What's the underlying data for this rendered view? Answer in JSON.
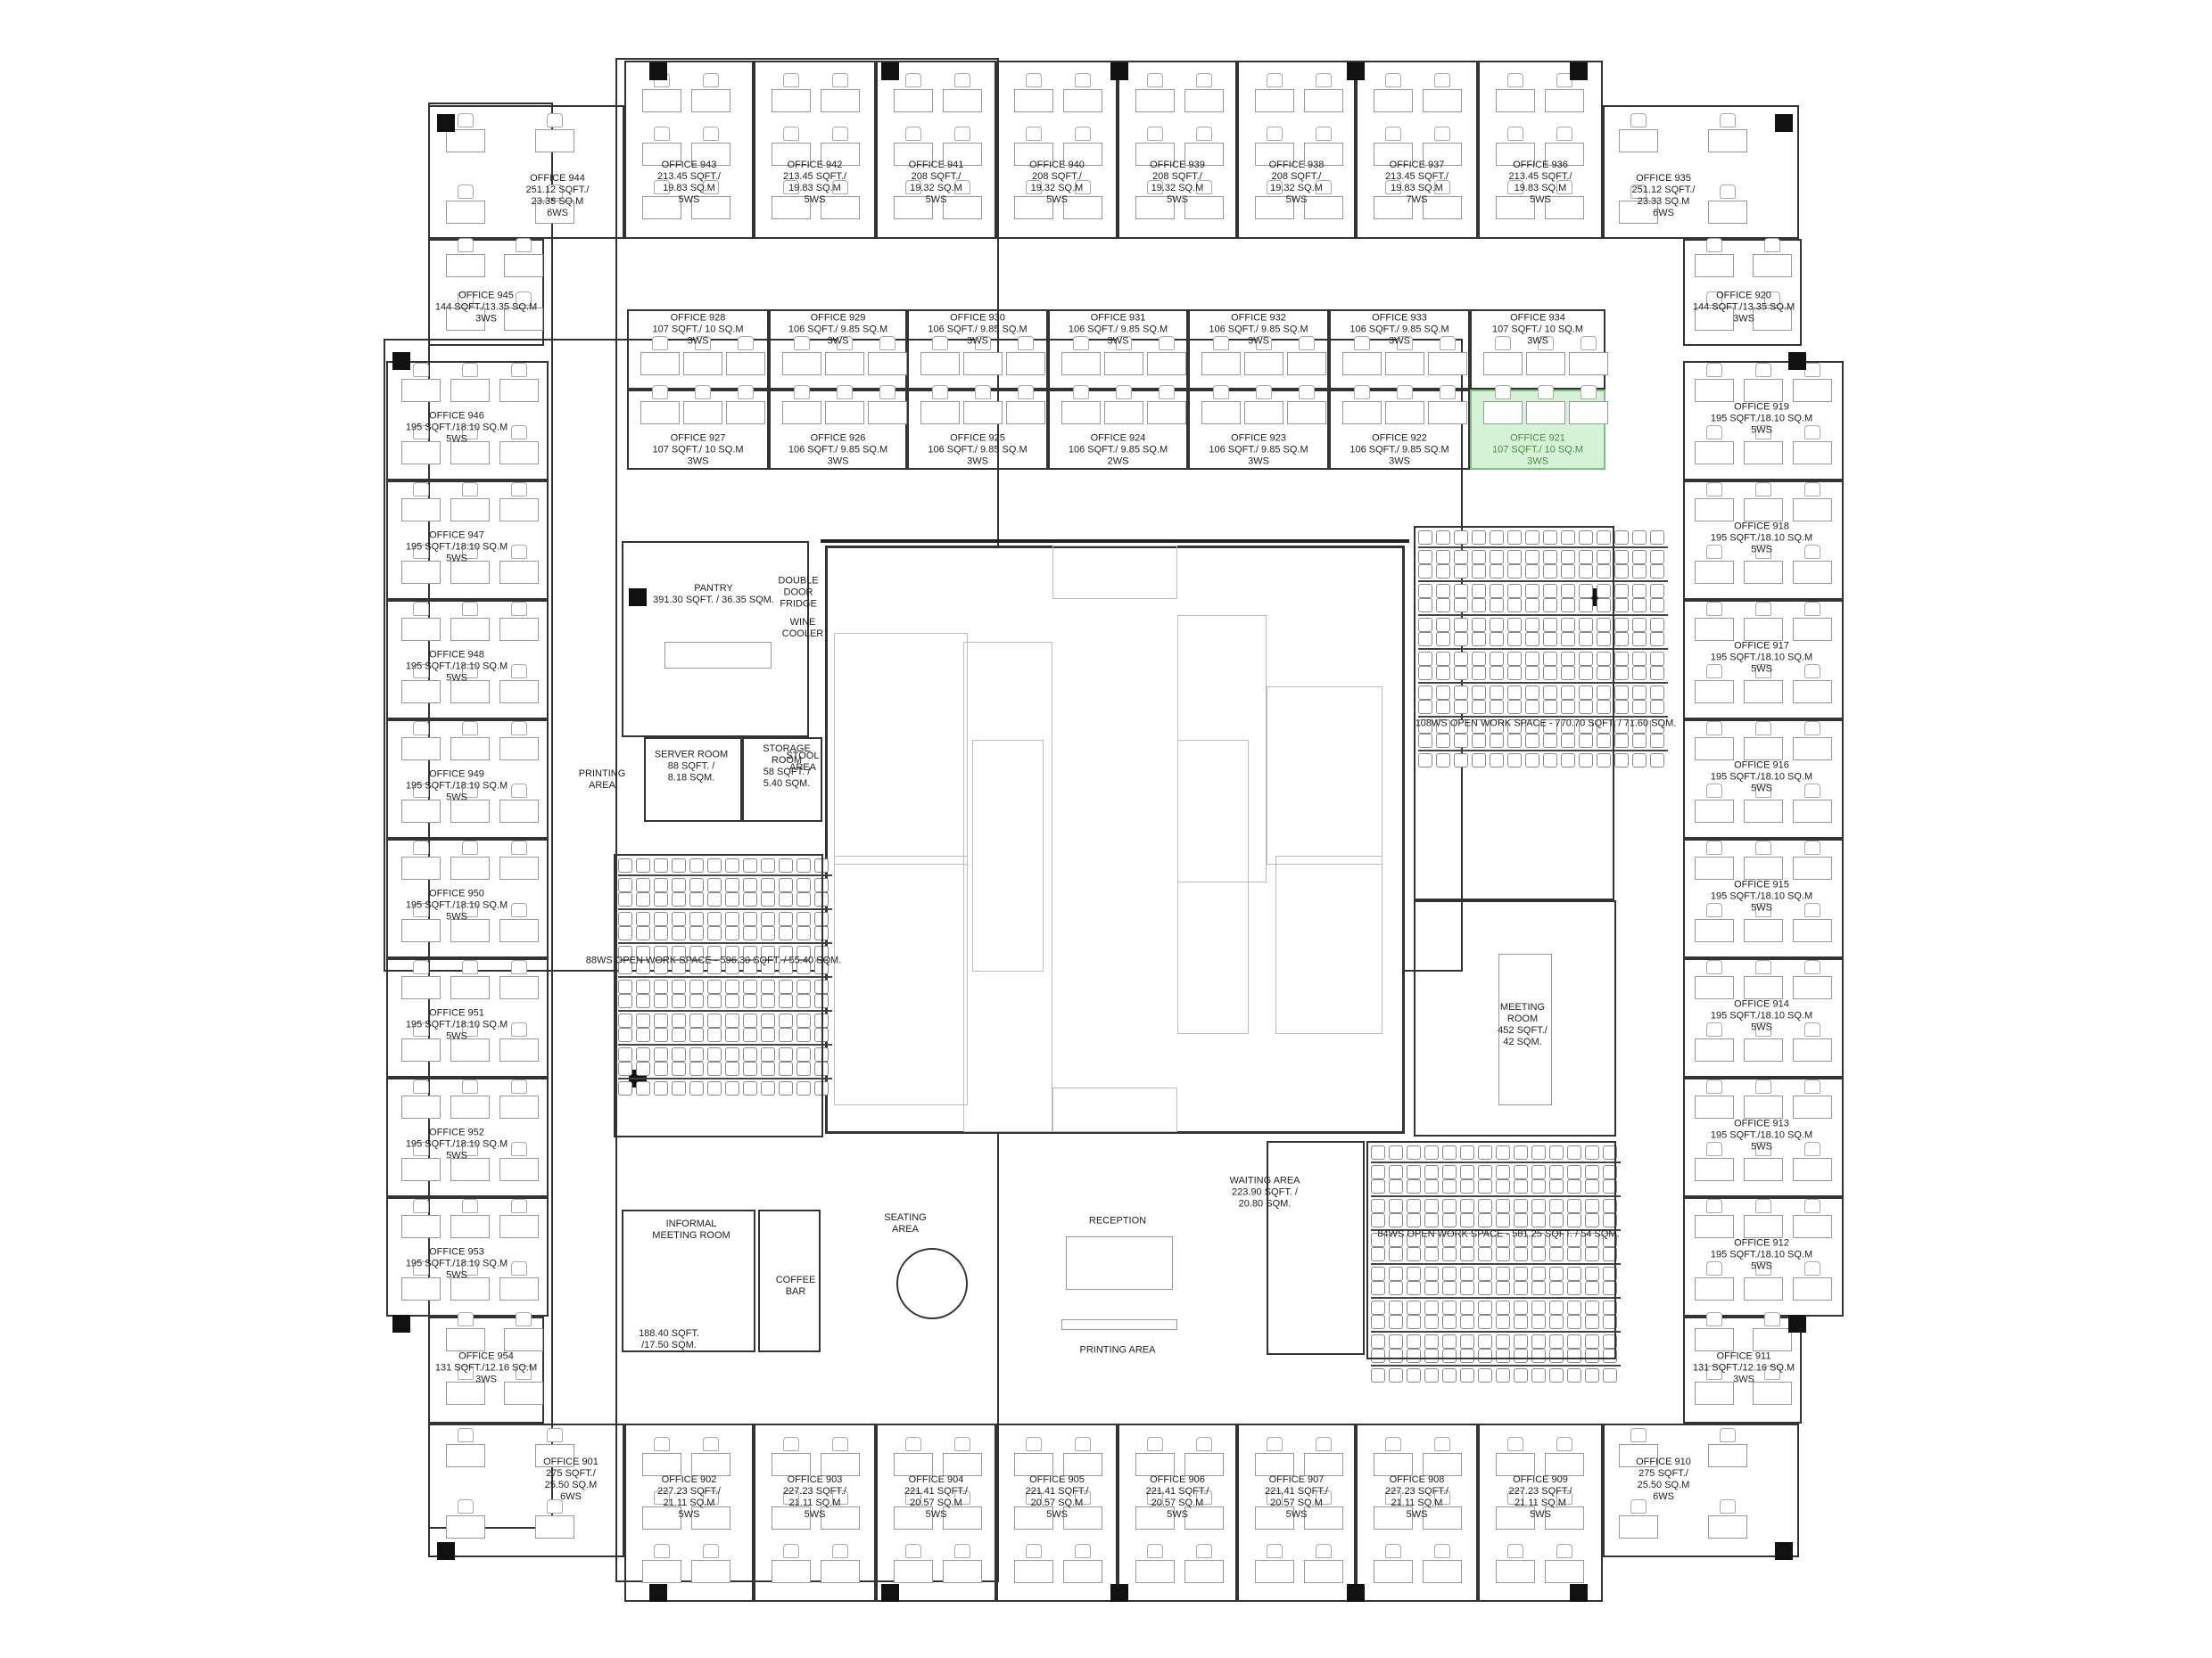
{
  "offices": [
    {
      "id": "944",
      "lines": [
        "OFFICE 944",
        "251.12 SQFT./",
        "23.33 SQ.M",
        "6WS"
      ]
    },
    {
      "id": "943",
      "lines": [
        "OFFICE 943",
        "213.45 SQFT./",
        "19.83 SQ.M",
        "5WS"
      ]
    },
    {
      "id": "942",
      "lines": [
        "OFFICE 942",
        "213.45 SQFT./",
        "19.83 SQ.M",
        "5WS"
      ]
    },
    {
      "id": "941",
      "lines": [
        "OFFICE 941",
        "208 SQFT./",
        "19.32 SQ.M",
        "5WS"
      ]
    },
    {
      "id": "940",
      "lines": [
        "OFFICE 940",
        "208 SQFT./",
        "19.32 SQ.M",
        "5WS"
      ]
    },
    {
      "id": "939",
      "lines": [
        "OFFICE 939",
        "208 SQFT./",
        "19.32 SQ.M",
        "5WS"
      ]
    },
    {
      "id": "938",
      "lines": [
        "OFFICE 938",
        "208 SQFT./",
        "19.32 SQ.M",
        "5WS"
      ]
    },
    {
      "id": "937",
      "lines": [
        "OFFICE 937",
        "213.45 SQFT./",
        "19.83 SQ.M",
        "7WS"
      ]
    },
    {
      "id": "936",
      "lines": [
        "OFFICE 936",
        "213.45 SQFT./",
        "19.83 SQ.M",
        "5WS"
      ]
    },
    {
      "id": "935",
      "lines": [
        "OFFICE 935",
        "251.12 SQFT./",
        "23.33 SQ.M",
        "6WS"
      ]
    },
    {
      "id": "945",
      "lines": [
        "OFFICE 945",
        "144 SQFT./13.35 SQ.M",
        "3WS"
      ]
    },
    {
      "id": "920",
      "lines": [
        "OFFICE 920",
        "144 SQFT./13.35 SQ.M",
        "3WS"
      ]
    },
    {
      "id": "946",
      "lines": [
        "OFFICE 946",
        "195 SQFT./18.10 SQ.M",
        "5WS"
      ]
    },
    {
      "id": "947",
      "lines": [
        "OFFICE 947",
        "195 SQFT./18.10 SQ.M",
        "5WS"
      ]
    },
    {
      "id": "948",
      "lines": [
        "OFFICE 948",
        "195 SQFT./18.10 SQ.M",
        "5WS"
      ]
    },
    {
      "id": "949",
      "lines": [
        "OFFICE 949",
        "195 SQFT./18.10 SQ.M",
        "5WS"
      ]
    },
    {
      "id": "950",
      "lines": [
        "OFFICE 950",
        "195 SQFT./18.10 SQ.M",
        "5WS"
      ]
    },
    {
      "id": "951",
      "lines": [
        "OFFICE 951",
        "195 SQFT./18.10 SQ.M",
        "5WS"
      ]
    },
    {
      "id": "952",
      "lines": [
        "OFFICE 952",
        "195 SQFT./18.10 SQ.M",
        "5WS"
      ]
    },
    {
      "id": "953",
      "lines": [
        "OFFICE 953",
        "195 SQFT./18.10 SQ.M",
        "5WS"
      ]
    },
    {
      "id": "954",
      "lines": [
        "OFFICE 954",
        "131 SQFT./12.16 SQ.M",
        "3WS"
      ]
    },
    {
      "id": "919",
      "lines": [
        "OFFICE 919",
        "195 SQFT./18.10 SQ.M",
        "5WS"
      ]
    },
    {
      "id": "918",
      "lines": [
        "OFFICE 918",
        "195 SQFT./18.10 SQ.M",
        "5WS"
      ]
    },
    {
      "id": "917",
      "lines": [
        "OFFICE 917",
        "195 SQFT./18.10 SQ.M",
        "5WS"
      ]
    },
    {
      "id": "916",
      "lines": [
        "OFFICE 916",
        "195 SQFT./18.10 SQ.M",
        "5WS"
      ]
    },
    {
      "id": "915",
      "lines": [
        "OFFICE 915",
        "195 SQFT./18.10 SQ.M",
        "5WS"
      ]
    },
    {
      "id": "914",
      "lines": [
        "OFFICE 914",
        "195 SQFT./18.10 SQ.M",
        "5WS"
      ]
    },
    {
      "id": "913",
      "lines": [
        "OFFICE 913",
        "195 SQFT./18.10 SQ.M",
        "5WS"
      ]
    },
    {
      "id": "912",
      "lines": [
        "OFFICE 912",
        "195 SQFT./18.10 SQ.M",
        "5WS"
      ]
    },
    {
      "id": "911",
      "lines": [
        "OFFICE 911",
        "131 SQFT./12.16 SQ.M",
        "3WS"
      ]
    },
    {
      "id": "928",
      "lines": [
        "OFFICE 928",
        "107 SQFT./ 10 SQ.M",
        "3WS"
      ]
    },
    {
      "id": "929",
      "lines": [
        "OFFICE 929",
        "106 SQFT./ 9.85 SQ.M",
        "3WS"
      ]
    },
    {
      "id": "930",
      "lines": [
        "OFFICE 930",
        "106 SQFT./ 9.85 SQ.M",
        "3WS"
      ]
    },
    {
      "id": "931",
      "lines": [
        "OFFICE 931",
        "106 SQFT./ 9.85 SQ.M",
        "3WS"
      ]
    },
    {
      "id": "932",
      "lines": [
        "OFFICE 932",
        "106 SQFT./ 9.85 SQ.M",
        "3WS"
      ]
    },
    {
      "id": "933",
      "lines": [
        "OFFICE 933",
        "106 SQFT./ 9.85 SQ.M",
        "3WS"
      ]
    },
    {
      "id": "934",
      "lines": [
        "OFFICE 934",
        "107 SQFT./ 10 SQ.M",
        "3WS"
      ]
    },
    {
      "id": "927",
      "lines": [
        "OFFICE 927",
        "107 SQFT./ 10 SQ.M",
        "3WS"
      ]
    },
    {
      "id": "926",
      "lines": [
        "OFFICE 926",
        "106 SQFT./ 9.85 SQ.M",
        "3WS"
      ]
    },
    {
      "id": "925",
      "lines": [
        "OFFICE 925",
        "106 SQFT./ 9.85 SQ.M",
        "3WS"
      ]
    },
    {
      "id": "924",
      "lines": [
        "OFFICE 924",
        "106 SQFT./ 9.85 SQ.M",
        "2WS"
      ]
    },
    {
      "id": "923",
      "lines": [
        "OFFICE 923",
        "106 SQFT./ 9.85 SQ.M",
        "3WS"
      ]
    },
    {
      "id": "922",
      "lines": [
        "OFFICE 922",
        "106 SQFT./ 9.85 SQ.M",
        "3WS"
      ]
    },
    {
      "id": "921",
      "lines": [
        "OFFICE 921",
        "107 SQFT./ 10 SQ.M",
        "3WS"
      ],
      "highlighted": true
    },
    {
      "id": "901",
      "lines": [
        "OFFICE 901",
        "275 SQFT./",
        "25.50 SQ.M",
        "6WS"
      ]
    },
    {
      "id": "902",
      "lines": [
        "OFFICE 902",
        "227.23 SQFT./",
        "21.11 SQ.M",
        "5WS"
      ]
    },
    {
      "id": "903",
      "lines": [
        "OFFICE 903",
        "227.23 SQFT./",
        "21.11 SQ.M",
        "5WS"
      ]
    },
    {
      "id": "904",
      "lines": [
        "OFFICE 904",
        "221.41 SQFT./",
        "20.57 SQ.M",
        "5WS"
      ]
    },
    {
      "id": "905",
      "lines": [
        "OFFICE 905",
        "221.41 SQFT./",
        "20.57 SQ.M",
        "5WS"
      ]
    },
    {
      "id": "906",
      "lines": [
        "OFFICE 906",
        "221.41 SQFT./",
        "20.57 SQ.M",
        "5WS"
      ]
    },
    {
      "id": "907",
      "lines": [
        "OFFICE 907",
        "221.41 SQFT./",
        "20.57 SQ.M",
        "5WS"
      ]
    },
    {
      "id": "908",
      "lines": [
        "OFFICE 908",
        "227.23 SQFT./",
        "21.11 SQ.M",
        "5WS"
      ]
    },
    {
      "id": "909",
      "lines": [
        "OFFICE 909",
        "227.23 SQFT./",
        "21.11 SQ.M",
        "5WS"
      ]
    },
    {
      "id": "910",
      "lines": [
        "OFFICE 910",
        "275 SQFT./",
        "25.50 SQ.M",
        "6WS"
      ]
    }
  ],
  "spaces": {
    "pantry": [
      "PANTRY",
      "391.30 SQFT. / 36.35 SQM."
    ],
    "server": [
      "SERVER ROOM",
      "88 SQFT. /",
      "8.18 SQM."
    ],
    "storage": [
      "STORAGE",
      "ROOM",
      "58 SQFT. /",
      "5.40 SQM."
    ],
    "printing_left": [
      "PRINTING",
      "AREA"
    ],
    "open_108": [
      "108WS OPEN WORK SPACE - 770.70 SQFT. / 71.60 SQM."
    ],
    "open_88": [
      "88WS OPEN WORK SPACE - 596.30 SQFT. / 55.40 SQM."
    ],
    "open_84": [
      "84WS OPEN WORK SPACE - 581.25 SQFT. / 54 SQM."
    ],
    "meeting": [
      "MEETING",
      "ROOM",
      "452 SQFT./",
      "42 SQM."
    ],
    "waiting": [
      "WAITING AREA",
      "223.90 SQFT. /",
      "20.80 SQM."
    ],
    "reception": [
      "RECEPTION"
    ],
    "printing_bottom": [
      "PRINTING AREA"
    ],
    "seating": [
      "SEATING",
      "AREA"
    ],
    "informal": [
      "INFORMAL",
      "MEETING ROOM"
    ],
    "informal_area": [
      "188.40 SQFT.",
      "/17.50 SQM."
    ],
    "coffee": [
      "COFFEE",
      "BAR"
    ],
    "double_door": [
      "DOUBLE",
      "DOOR",
      "FRIDGE"
    ],
    "wine": [
      "WINE",
      "COOLER"
    ],
    "stool": [
      "STOOL",
      "AREA"
    ]
  }
}
